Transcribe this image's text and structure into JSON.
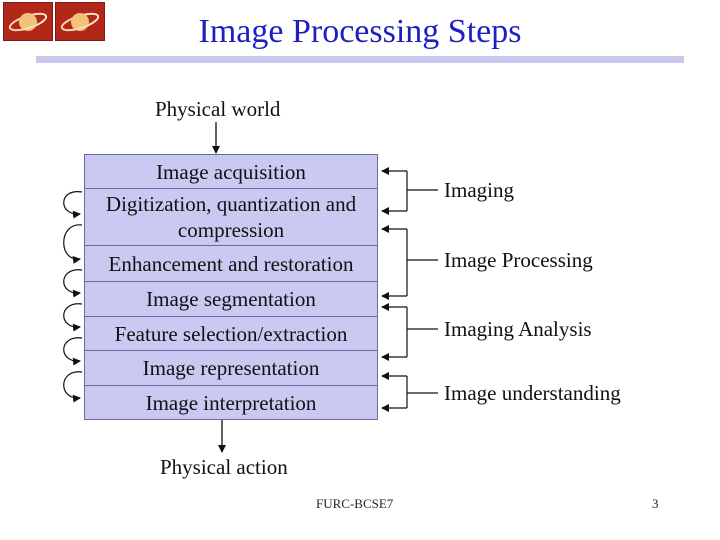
{
  "slide": {
    "title": "Image Processing Steps",
    "footer_text": "FURC-BCSE7",
    "page_number": "3"
  },
  "logos": [
    {
      "icon": "saturn-icon"
    },
    {
      "icon": "saturn-icon"
    }
  ],
  "diagram": {
    "input_label": "Physical world",
    "output_label": "Physical action",
    "steps": [
      "Image acquisition",
      "Digitization, quantization and compression",
      "Enhancement and restoration",
      "Image segmentation",
      "Feature selection/extraction",
      "Image representation",
      "Image interpretation"
    ],
    "categories": [
      "Imaging",
      "Image Processing",
      "Imaging Analysis",
      "Image understanding"
    ]
  },
  "colors": {
    "title": "#1f1fbf",
    "box_fill": "#c9c9f2",
    "rule": "#c8c8ee",
    "logo": "#b3271b"
  }
}
